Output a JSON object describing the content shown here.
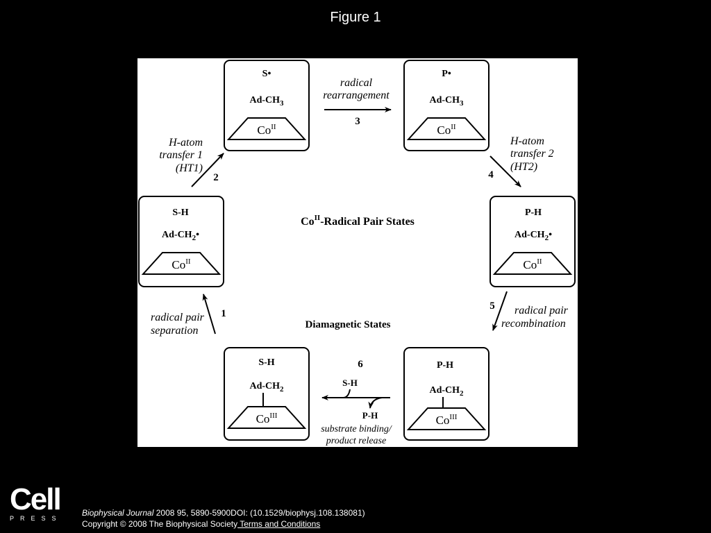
{
  "title": "Figure 1",
  "diagram": {
    "center_labels": {
      "radical_pair_states_prefix": "Co",
      "radical_pair_states_sup": "II",
      "radical_pair_states_suffix": "-Radical Pair States",
      "diamagnetic_states": "Diamagnetic States"
    },
    "boxes": [
      {
        "id": "s-radical",
        "line1": "S•",
        "line2_main": "Ad-CH",
        "line2_sub": "3",
        "line2_tail": "",
        "co_ox": "II"
      },
      {
        "id": "p-radical",
        "line1": "P•",
        "line2_main": "Ad-CH",
        "line2_sub": "3",
        "line2_tail": "",
        "co_ox": "II"
      },
      {
        "id": "s-h-radical",
        "line1": "S-H",
        "line2_main": "Ad-CH",
        "line2_sub": "2",
        "line2_tail": "•",
        "co_ox": "II"
      },
      {
        "id": "p-h-radical",
        "line1": "P-H",
        "line2_main": "Ad-CH",
        "line2_sub": "2",
        "line2_tail": "•",
        "co_ox": "II"
      },
      {
        "id": "s-h-diamagnetic",
        "line1": "S-H",
        "line2_main": "Ad-CH",
        "line2_sub": "2",
        "line2_tail": "",
        "co_ox": "III"
      },
      {
        "id": "p-h-diamagnetic",
        "line1": "P-H",
        "line2_main": "Ad-CH",
        "line2_sub": "2",
        "line2_tail": "",
        "co_ox": "III"
      }
    ],
    "co_symbol": "Co",
    "steps": {
      "s1": {
        "number": "1",
        "label_line1": "radical pair",
        "label_line2": "separation"
      },
      "s2": {
        "number": "2",
        "label_line1": "H-atom",
        "label_line2": "transfer 1",
        "label_line3": "(HT1)"
      },
      "s3": {
        "number": "3",
        "label_line1": "radical",
        "label_line2": "rearrangement"
      },
      "s4": {
        "number": "4",
        "label_line1": "H-atom",
        "label_line2": "transfer 2",
        "label_line3": "(HT2)"
      },
      "s5": {
        "number": "5",
        "label_line1": "radical pair",
        "label_line2": "recombination"
      },
      "s6": {
        "number": "6",
        "in_label": "S-H",
        "out_label": "P-H",
        "label_line1": "substrate binding/",
        "label_line2": "product release"
      }
    }
  },
  "footer": {
    "logo_word": "Cell",
    "logo_sub": "PRESS",
    "journal": "Biophysical Journal",
    "citation_rest": " 2008 95, 5890-5900DOI: (10.1529/biophysj.108.138081)",
    "copyright": "Copyright © 2008 The Biophysical Society",
    "terms_link": " Terms and Conditions"
  }
}
